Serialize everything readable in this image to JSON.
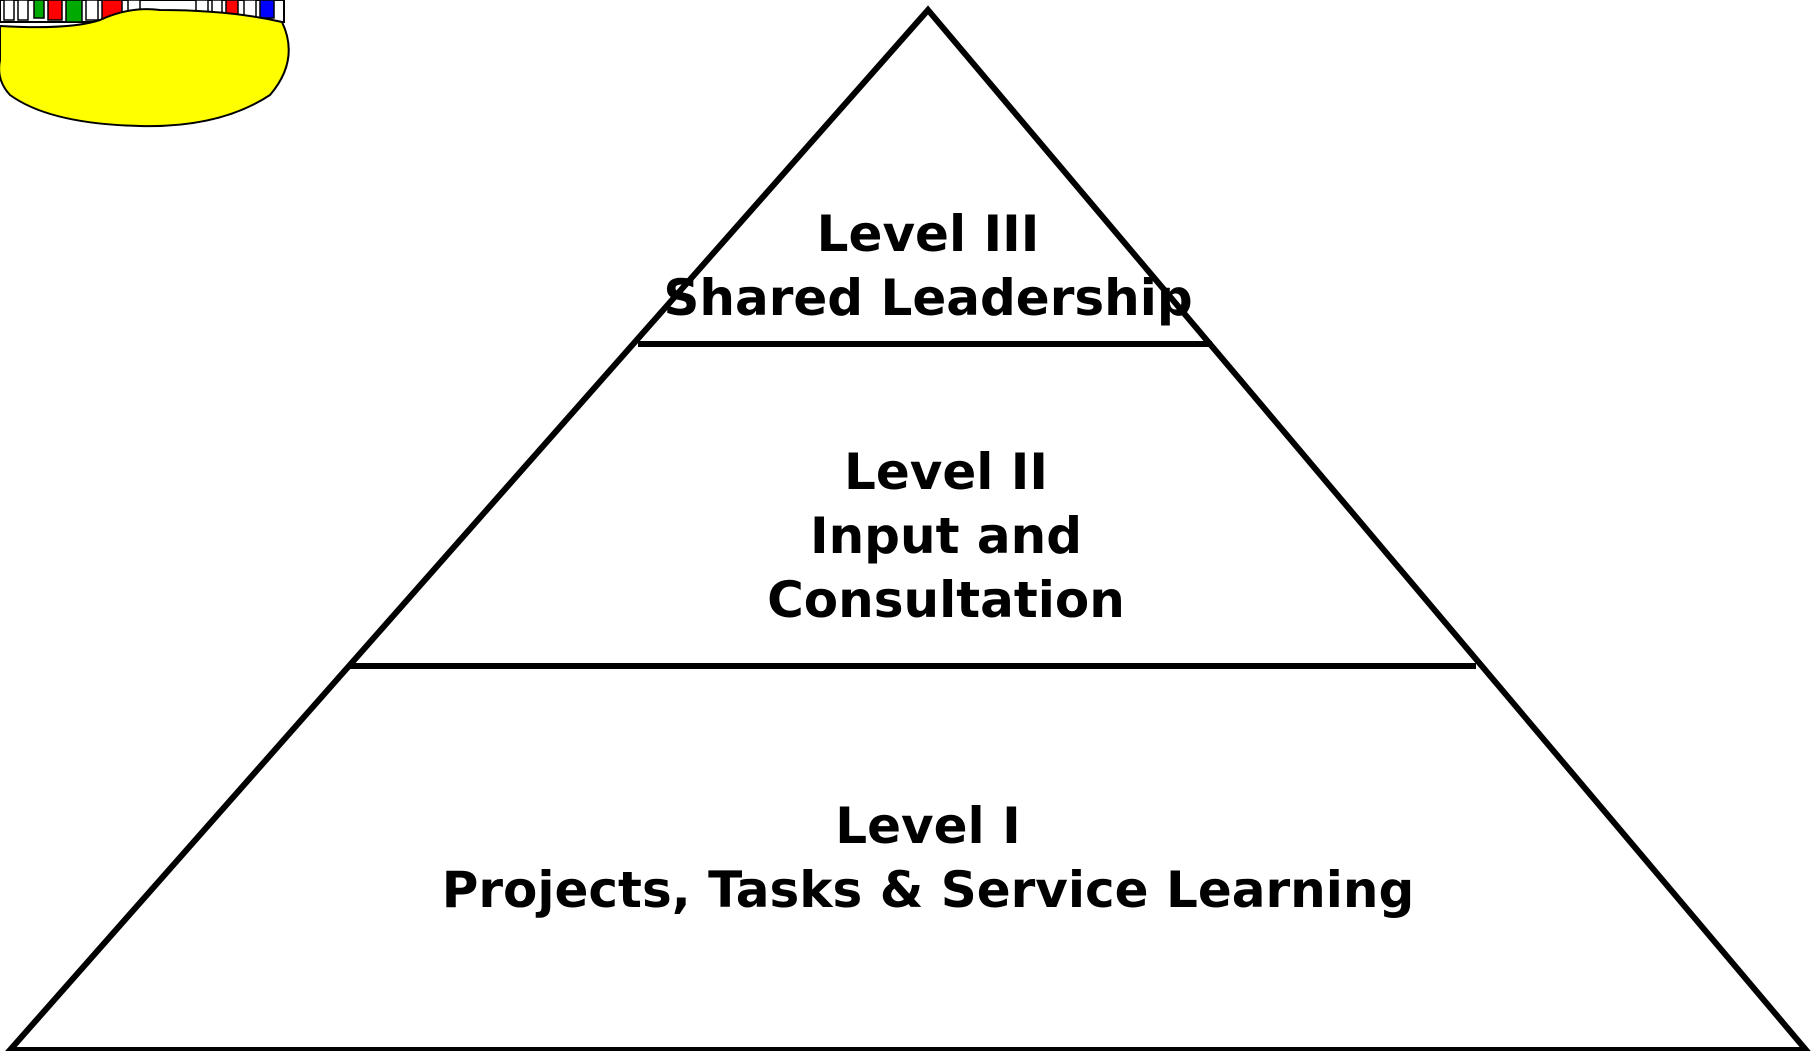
{
  "pyramid": {
    "levels": [
      {
        "name": "Level III",
        "description": "Shared Leadership"
      },
      {
        "name": "Level II",
        "description_lines": [
          "Input and",
          "Consultation"
        ]
      },
      {
        "name": "Level I",
        "description": "Projects, Tasks & Service Learning"
      }
    ]
  },
  "colors": {
    "line": "#000000",
    "background": "#ffffff",
    "logo_yellow": "#ffff00",
    "logo_red": "#ff0000",
    "logo_green": "#00aa00",
    "logo_blue": "#0000ff"
  },
  "icons": {
    "logo": "school-building-on-yellow-hill-logo"
  }
}
